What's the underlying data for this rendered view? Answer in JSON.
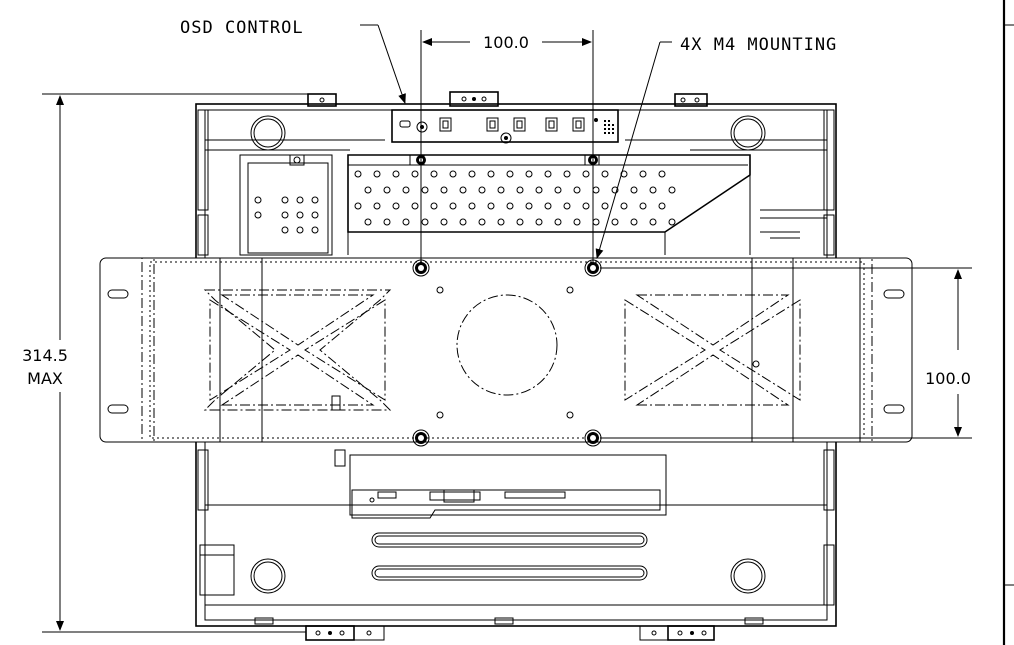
{
  "labels": {
    "osd_control": "OSD CONTROL",
    "mounting": "4X M4 MOUNTING",
    "width_dim": "100.0",
    "height_dim_right": "100.0",
    "overall_height": "314.5",
    "overall_height_qualifier": "MAX"
  }
}
